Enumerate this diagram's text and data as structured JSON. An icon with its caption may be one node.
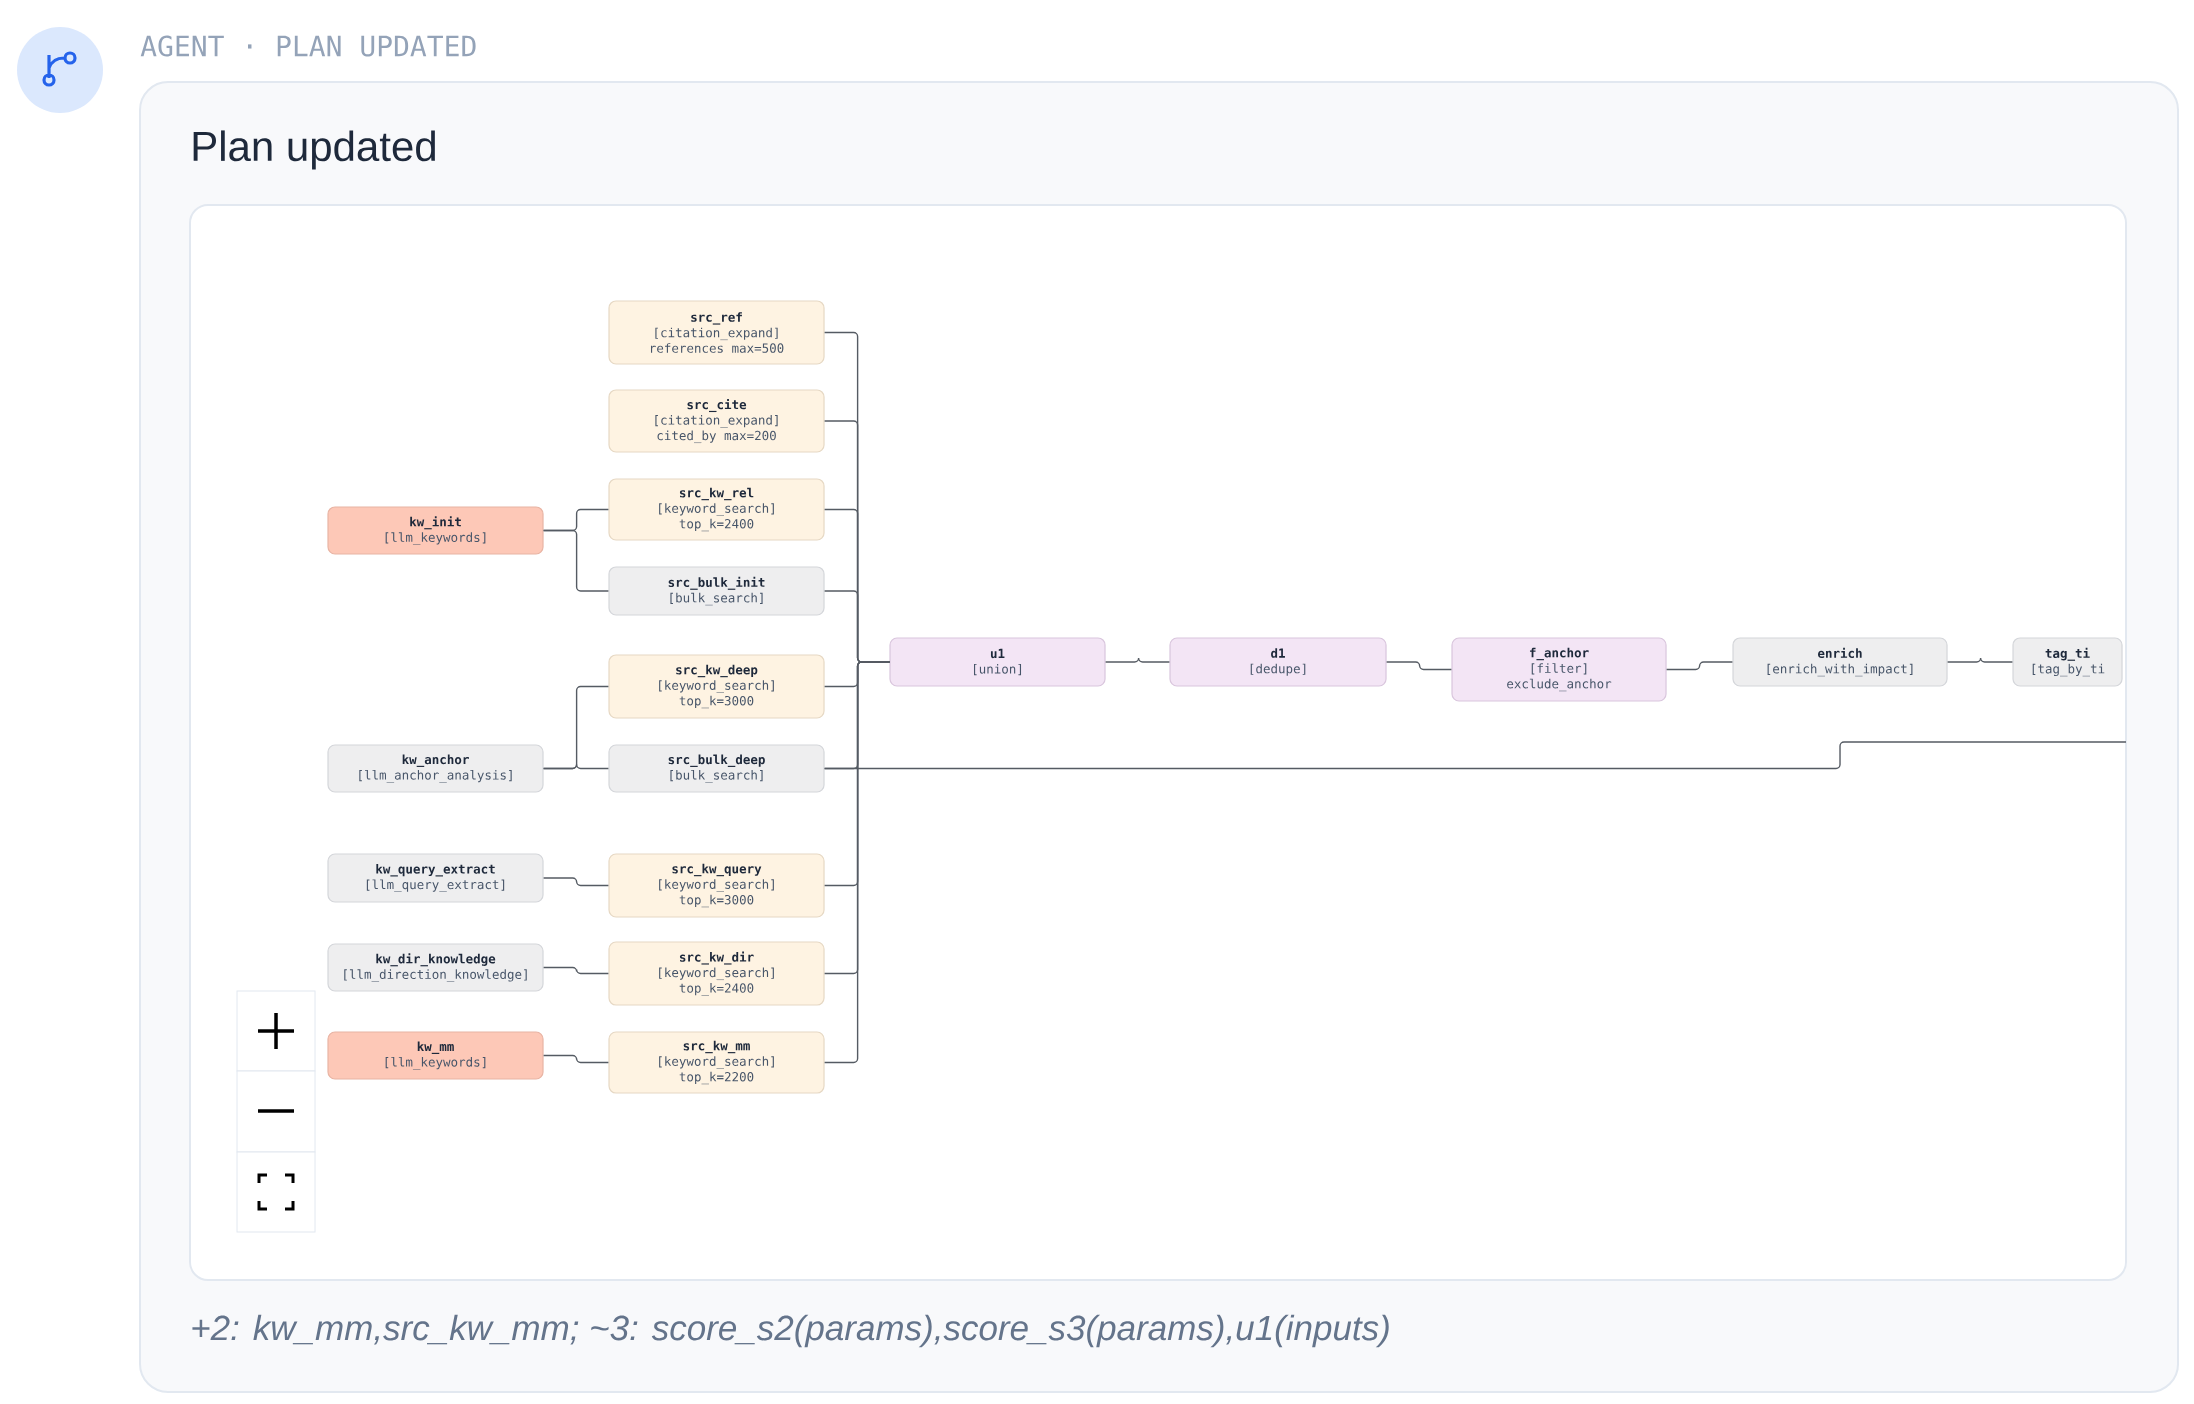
{
  "diagram": {
    "title": "Plan updated",
    "caption": "+2: kw_mm,src_kw_mm; ~3: score_s2(params),score_s3(params),u1(inputs)",
    "nodes": [
      {
        "text": [
          "src_ref",
          "[citation_expand]",
          "references max=500"
        ]
      },
      {
        "text": [
          "src_cite",
          "[citation_expand]",
          "cited_by max=200"
        ]
      },
      {
        "text": [
          "kw_init",
          "[llm_keywords]"
        ]
      },
      {
        "text": [
          "src_kw_rel",
          "[keyword_search]",
          "top_k=2400"
        ]
      },
      {
        "text": [
          "src_bulk_init",
          "[bulk_search]"
        ]
      },
      {
        "text": [
          "src_kw_deep",
          "[keyword_search]",
          "top_k=3000"
        ]
      },
      {
        "text": [
          "u1",
          "[union]"
        ]
      },
      {
        "text": [
          "d1",
          "[dedupe]"
        ]
      },
      {
        "text": [
          "f_anchor",
          "[filter]",
          "exclude_anchor"
        ]
      },
      {
        "text": [
          "enrich",
          "[enrich_with_impact]"
        ]
      },
      {
        "text": [
          "tag_ti",
          "[tag_by_ti"
        ]
      },
      {
        "text": [
          "kw_anchor",
          "[llm_anchor_analysis]"
        ]
      },
      {
        "text": [
          "src_bulk_deep",
          "[bulk_search]"
        ]
      },
      {
        "text": [
          "kw_query_extract",
          "[llm_query_extract]"
        ]
      },
      {
        "text": [
          "src_kw_query",
          "[keyword_search]",
          "top_k=3000"
        ]
      },
      {
        "text": [
          "kw_dir_knowledge",
          "[llm_direction_knowledge]"
        ]
      },
      {
        "text": [
          "src_kw_dir",
          "[keyword_search]",
          "top_k=2400"
        ]
      },
      {
        "text": [
          "kw_mm",
          "[llm_keywords]"
        ]
      },
      {
        "text": [
          "src_kw_mm",
          "[keyword_search]",
          "top_k=2200"
        ]
      }
    ],
    "edges": [
      {
        "from": 2,
        "to": 3,
        "arrow": "none"
      },
      {
        "from": 2,
        "to": 4,
        "arrow": "none"
      },
      {
        "from": 11,
        "to": 5,
        "arrow": "none"
      },
      {
        "from": 11,
        "to": 12,
        "arrow": "none"
      },
      {
        "from": 13,
        "to": 14,
        "arrow": "none"
      },
      {
        "from": 15,
        "to": 16,
        "arrow": "none"
      },
      {
        "from": 17,
        "to": 18,
        "arrow": "none"
      },
      {
        "from": 0,
        "to": 6,
        "arrow": "none"
      },
      {
        "from": 1,
        "to": 6,
        "arrow": "none"
      },
      {
        "from": 3,
        "to": 6,
        "arrow": "none"
      },
      {
        "from": 4,
        "to": 6,
        "arrow": "none"
      },
      {
        "from": 5,
        "to": 6,
        "arrow": "none"
      },
      {
        "from": 12,
        "to": 6,
        "arrow": "none"
      },
      {
        "from": 14,
        "to": 6,
        "arrow": "none"
      },
      {
        "from": 16,
        "to": 6,
        "arrow": "none"
      },
      {
        "from": 18,
        "to": 6,
        "arrow": "none"
      },
      {
        "from": 6,
        "to": 7,
        "arrow": "none"
      },
      {
        "from": 7,
        "to": 8,
        "arrow": "none"
      },
      {
        "from": 8,
        "to": 9,
        "arrow": "none"
      },
      {
        "from": 9,
        "to": 10,
        "arrow": "none"
      },
      {
        "from": 12,
        "to": null,
        "arrow": "none"
      }
    ],
    "labels": [
      "AGENT · PLAN UPDATED"
    ]
  }
}
